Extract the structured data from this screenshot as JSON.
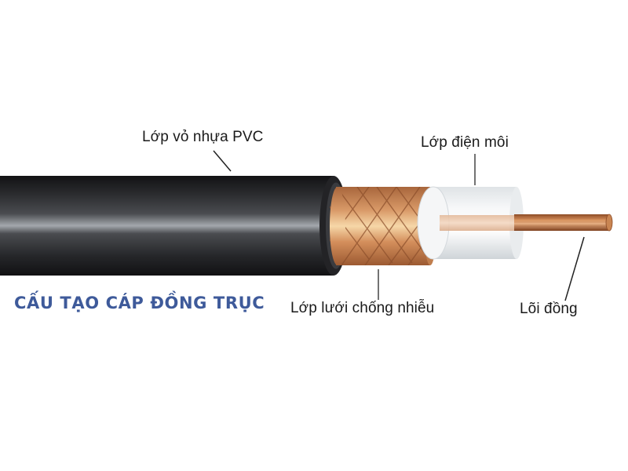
{
  "title": "CẤU TẠO CÁP ĐỒNG TRỤC",
  "colors": {
    "title": "#3e5a9a",
    "jacket": "#1c1c1e",
    "jacket_highlight": "#9a9ea3",
    "braid": "#c98a5a",
    "braid_light": "#f0c79a",
    "dielectric": "#f2f4f5",
    "core": "#c17a4a",
    "label_text": "#1a1a1a",
    "background": "#ffffff"
  },
  "labels": {
    "jacket": "Lớp vỏ nhựa PVC",
    "dielectric": "Lớp điện môi",
    "shield": "Lớp lưới chống nhiễu",
    "core": "Lõi đồng"
  },
  "layers": [
    {
      "id": "jacket",
      "name": "Lớp vỏ nhựa PVC",
      "material": "PVC"
    },
    {
      "id": "shield",
      "name": "Lớp lưới chống nhiễu",
      "material": "copper braid"
    },
    {
      "id": "dielectric",
      "name": "Lớp điện môi",
      "material": "dielectric insulator"
    },
    {
      "id": "core",
      "name": "Lõi đồng",
      "material": "copper"
    }
  ]
}
